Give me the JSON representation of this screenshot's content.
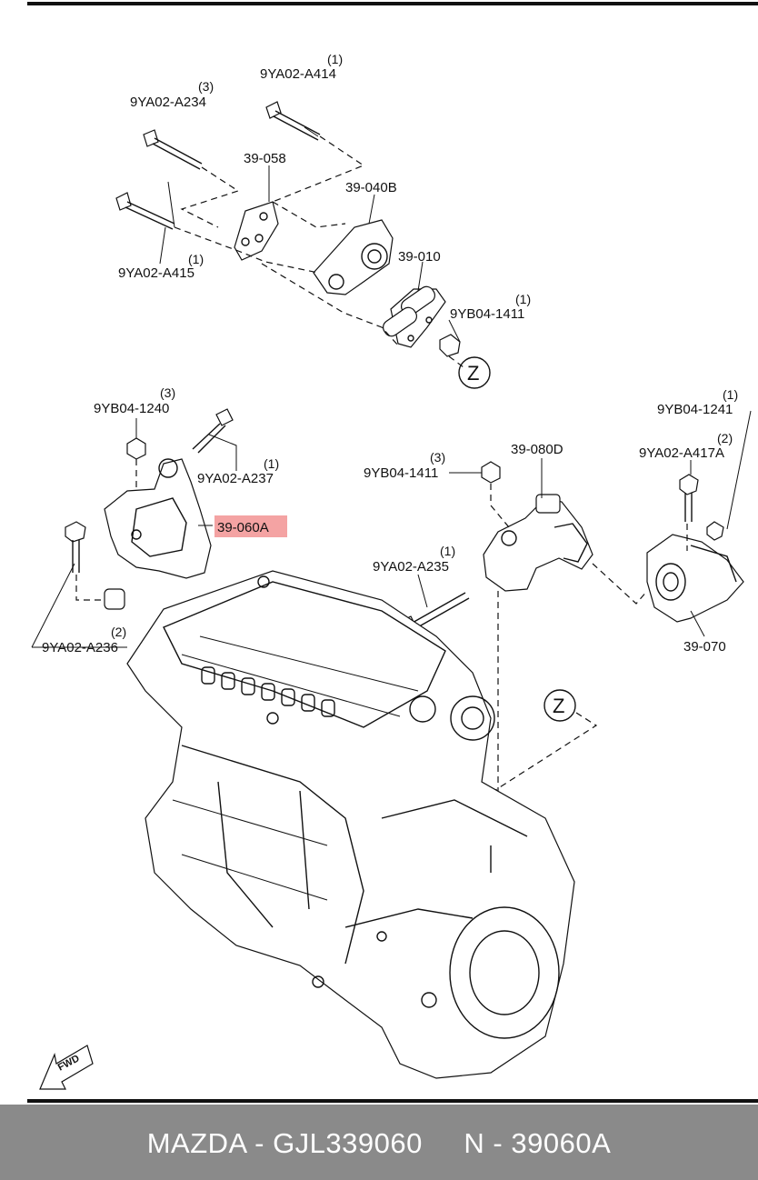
{
  "labels": {
    "p_9ya02_a414": {
      "qty": "(1)",
      "code": "9YA02-A414"
    },
    "p_9ya02_a234": {
      "qty": "(3)",
      "code": "9YA02-A234"
    },
    "p_39_058": {
      "code": "39-058"
    },
    "p_39_040b": {
      "code": "39-040B"
    },
    "p_9ya02_a415": {
      "qty": "(1)",
      "code": "9YA02-A415"
    },
    "p_39_010": {
      "code": "39-010"
    },
    "p_9yb04_1411_top": {
      "qty": "(1)",
      "code": "9YB04-1411"
    },
    "p_9yb04_1240": {
      "qty": "(3)",
      "code": "9YB04-1240"
    },
    "p_9ya02_a237": {
      "qty": "(1)",
      "code": "9YA02-A237"
    },
    "p_39_060a": {
      "code": "39-060A"
    },
    "p_9ya02_a236": {
      "qty": "(2)",
      "code": "9YA02-A236"
    },
    "p_9yb04_1411_mid": {
      "qty": "(3)",
      "code": "9YB04-1411"
    },
    "p_39_080d": {
      "code": "39-080D"
    },
    "p_9ya02_a235": {
      "qty": "(1)",
      "code": "9YA02-A235"
    },
    "p_9yb04_1241": {
      "qty": "(1)",
      "code": "9YB04-1241"
    },
    "p_9ya02_a417a": {
      "qty": "(2)",
      "code": "9YA02-A417A"
    },
    "p_39_070": {
      "code": "39-070"
    }
  },
  "ref_markers": {
    "z_top": "Z",
    "z_mid": "Z"
  },
  "fwd_marker": "FWD",
  "footer": {
    "text": "MAZDA - GJL339060     N - 39060A"
  },
  "colors": {
    "highlight": "#f4a3a3",
    "footer_bg": "#8a8a8a",
    "footer_text": "#ffffff",
    "ink": "#111111"
  }
}
